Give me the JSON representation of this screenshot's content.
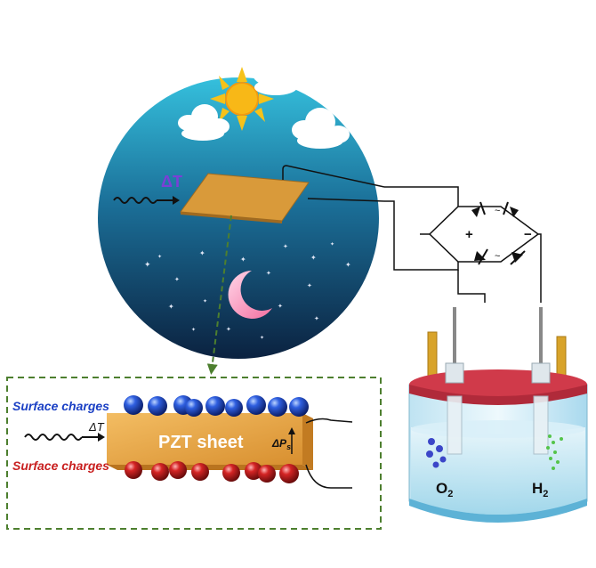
{
  "labels": {
    "delta_t_circle": "ΔT",
    "delta_t_inset": "ΔT",
    "pzt_sheet": "PZT sheet",
    "delta_ps": "ΔP",
    "delta_ps_sub": "s",
    "surface_charges_top": "Surface charges",
    "surface_charges_bottom": "Surface charges",
    "bridge_plus": "+",
    "bridge_minus": "−",
    "o2": "O",
    "o2_sub": "2",
    "h2": "H",
    "h2_sub": "2"
  },
  "colors": {
    "sky_top": "#2fb6d6",
    "sky_bottom": "#0d2846",
    "sun": "#f6c21a",
    "pzt": "#e8a64a",
    "positive_charge": "#1a3fc4",
    "negative_charge": "#c81f1f",
    "dashed_arrow": "#4d7f2f",
    "lid": "#d03a4a",
    "electrode": "#d8a32a"
  },
  "icons": [
    "sun-icon",
    "cloud-icon",
    "crescent-moon-icon",
    "star-icon",
    "diode-icon",
    "wavy-heat-arrow-icon"
  ]
}
